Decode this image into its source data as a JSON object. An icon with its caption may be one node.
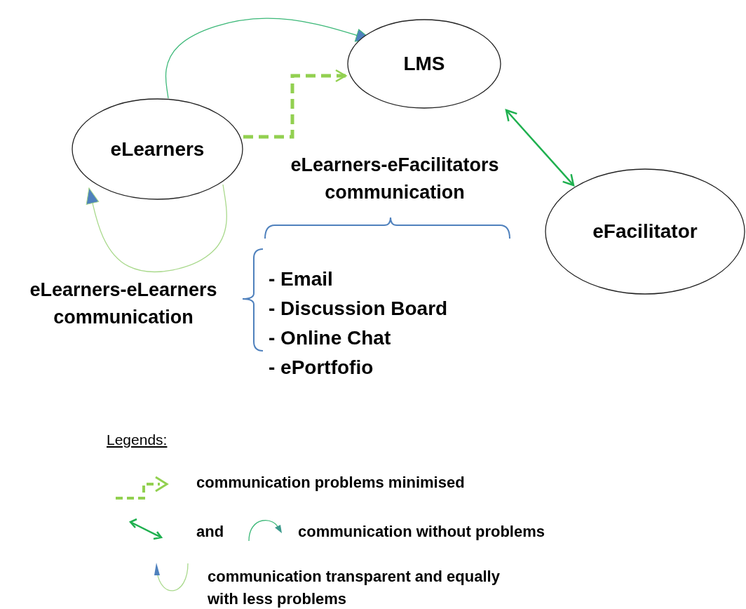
{
  "diagram": {
    "nodes": [
      {
        "text": [
          "LMS"
        ]
      },
      {
        "text": [
          "eLearners"
        ]
      },
      {
        "text": [
          "eFacilitator"
        ]
      }
    ],
    "edges": [
      {
        "from": 1,
        "to": 0,
        "arrow": "to",
        "color": "#3cb878"
      },
      {
        "from": 1,
        "to": 0,
        "arrow": "to",
        "style": "dashed",
        "color": "#92d050"
      },
      {
        "from": 0,
        "to": 2,
        "arrow": "both",
        "color": "#1fb04f"
      },
      {
        "from": 1,
        "to": 1,
        "arrow": "to",
        "color": "#a9d98c"
      }
    ],
    "labels": [
      "eLearners-eFacilitators communication",
      "eLearners-eLearners communication",
      "- Email",
      "- Discussion Board",
      "- Online Chat",
      "- ePortfofio",
      "Legends:",
      "and"
    ],
    "legend": [
      {
        "text": "communication problems minimised"
      },
      {
        "text": "communication without problems"
      },
      {
        "text": "communication transparent and equally with less problems"
      }
    ]
  }
}
